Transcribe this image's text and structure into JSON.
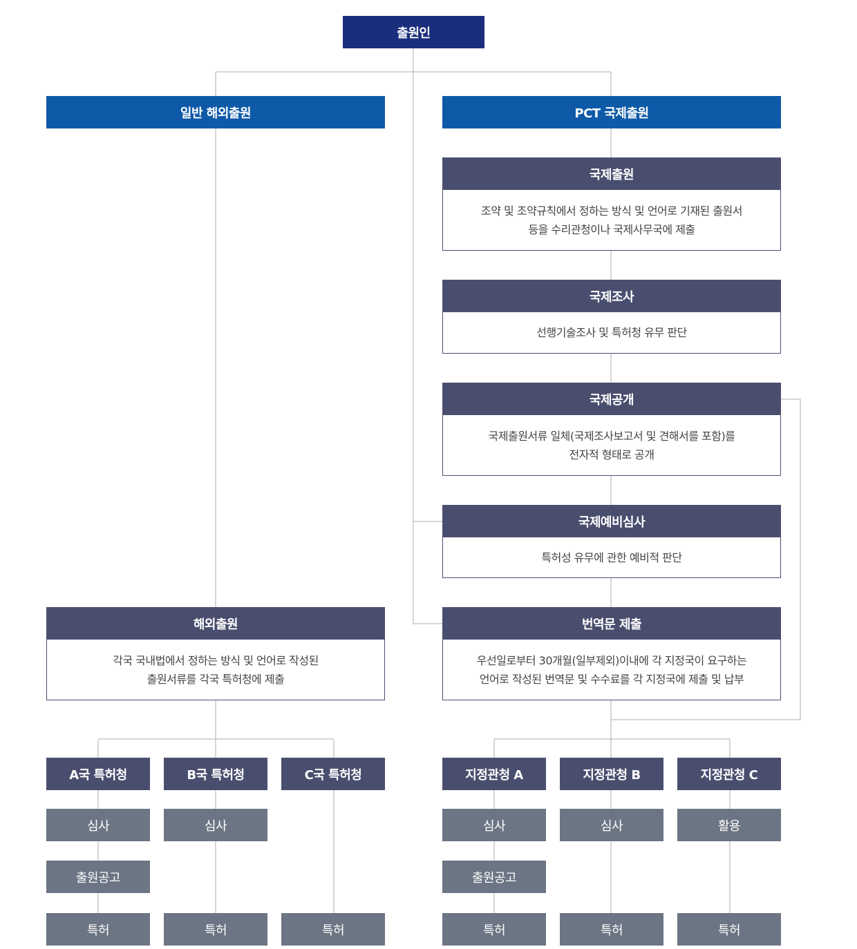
{
  "root": {
    "label": "출원인"
  },
  "branches": {
    "general": {
      "label": "일반 해외출원"
    },
    "pct": {
      "label": "PCT 국제출원"
    }
  },
  "pct_steps": [
    {
      "title": "국제출원",
      "lines": [
        "조약 및 조약규칙에서 정하는 방식 및 언어로 기재된 출원서",
        "등을 수리관청이나 국제사무국에 제출"
      ]
    },
    {
      "title": "국제조사",
      "lines": [
        "선행기술조사 및 특허청 유무 판단"
      ]
    },
    {
      "title": "국제공개",
      "lines": [
        "국제출원서류 일체(국제조사보고서 및 견해서를 포함)를",
        "전자적 형태로 공개"
      ]
    },
    {
      "title": "국제예비심사",
      "lines": [
        "특허성 유무에 관한 예비적 판단"
      ]
    },
    {
      "title": "번역문 제출",
      "lines": [
        "우선일로부터 30개월(일부제외)이내에 각 지정국이 요구하는",
        "언어로 작성된 번역문 및 수수료를 각 지정국에 제출 및 납부"
      ]
    }
  ],
  "general_step": {
    "title": "해외출원",
    "lines": [
      "각국 국내법에서 정하는 방식 및 언어로 작성된",
      "출원서류를 각국 특허청에 제출"
    ]
  },
  "general_offices": [
    {
      "label": "A국 특허청",
      "steps": [
        "심사",
        "출원공고",
        "특허"
      ]
    },
    {
      "label": "B국 특허청",
      "steps": [
        "심사",
        "특허"
      ]
    },
    {
      "label": "C국 특허청",
      "steps": [
        "특허"
      ]
    }
  ],
  "pct_offices": [
    {
      "label": "지정관청 A",
      "steps": [
        "심사",
        "출원공고",
        "특허"
      ]
    },
    {
      "label": "지정관청 B",
      "steps": [
        "심사",
        "특허"
      ]
    },
    {
      "label": "지정관청 C",
      "steps": [
        "활용",
        "특허"
      ]
    }
  ],
  "colors": {
    "root": "#1b2e7e",
    "branch": "#0f5aa8",
    "header": "#4a4e6e",
    "step": "#6c7583",
    "line": "#c8c8c8"
  }
}
